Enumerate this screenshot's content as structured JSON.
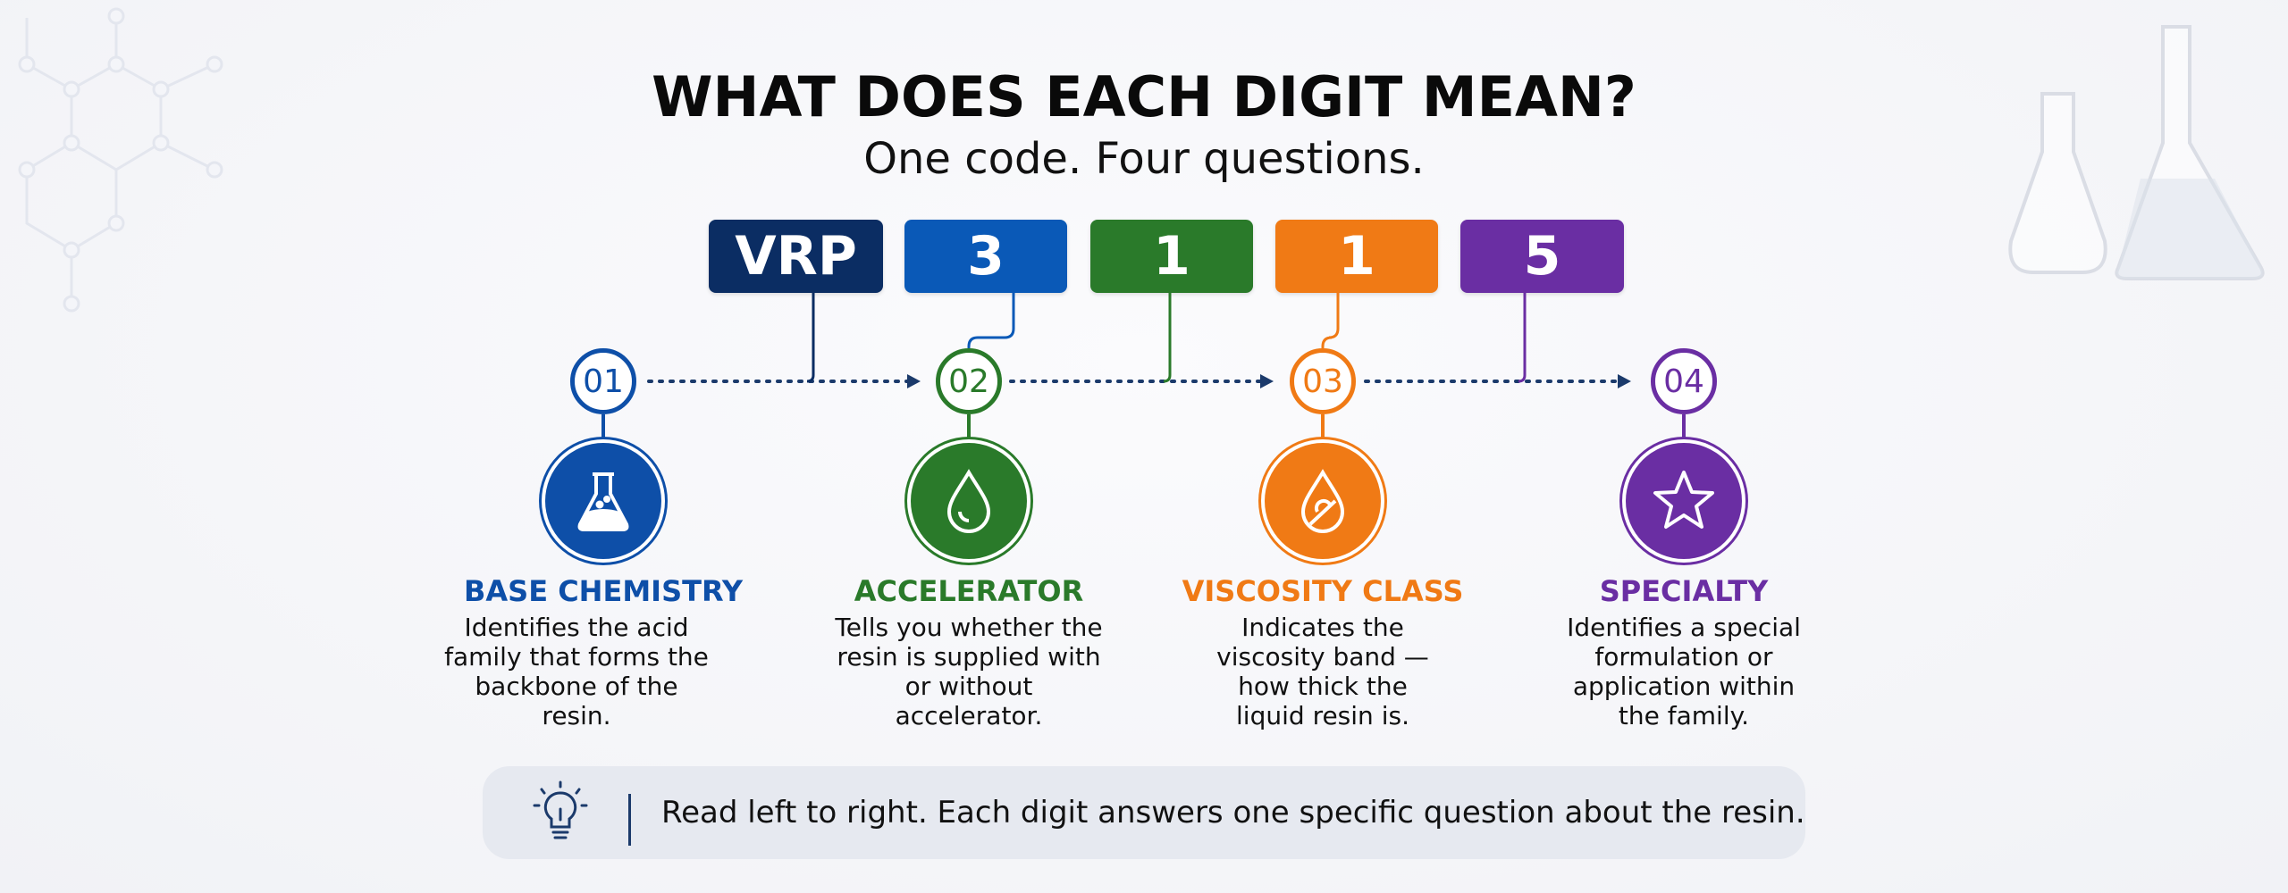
{
  "title": "WHAT DOES EACH DIGIT MEAN?",
  "subtitle": "One code. Four questions.",
  "code": [
    {
      "text": "VRP",
      "color": "#0b2d63"
    },
    {
      "text": "3",
      "color": "#0a59b7"
    },
    {
      "text": "1",
      "color": "#2a7a2a"
    },
    {
      "text": "1",
      "color": "#f07a15"
    },
    {
      "text": "5",
      "color": "#6a2ea3"
    }
  ],
  "steps": [
    {
      "number": "01",
      "label": "BASE CHEMISTRY",
      "description": "Identifies the acid family that forms the backbone of the resin.",
      "color": "#0e4fa8",
      "icon": "flask-icon"
    },
    {
      "number": "02",
      "label": "ACCELERATOR",
      "description": "Tells you whether the resin is supplied with or without accelerator.",
      "color": "#2a7a2a",
      "icon": "droplet-icon"
    },
    {
      "number": "03",
      "label": "VISCOSITY CLASS",
      "description": "Indicates the viscosity band — how thick the liquid resin is.",
      "color": "#f07a15",
      "icon": "viscosity-drop-icon"
    },
    {
      "number": "04",
      "label": "SPECIALTY",
      "description": "Identifies a special formulation or application within the family.",
      "color": "#6a2ea3",
      "icon": "star-icon"
    }
  ],
  "tip": {
    "text": "Read left to right. Each digit answers one specific question about the resin.",
    "icon": "lightbulb-icon"
  },
  "colors": {
    "connector": "#1b3a6b"
  }
}
